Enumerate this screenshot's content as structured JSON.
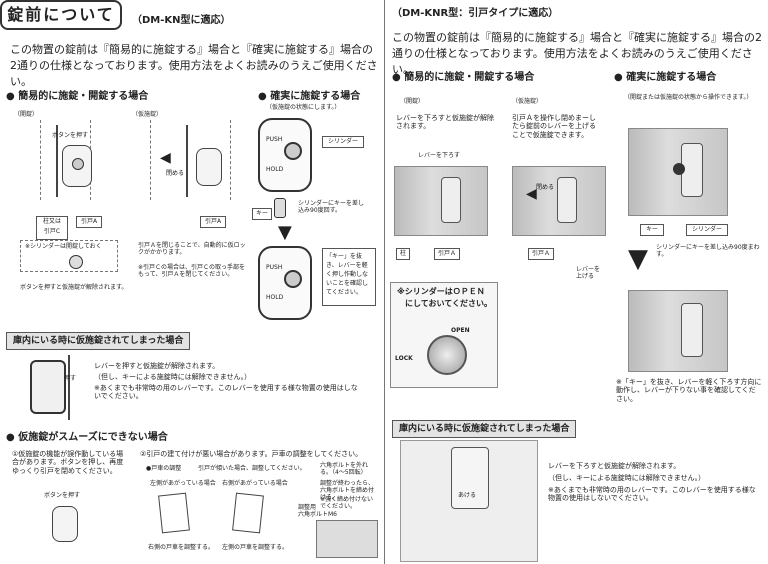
{
  "left": {
    "title": "錠前について",
    "model_tag": "（DM-KN型に適応）",
    "intro": "この物置の錠前は『簡易的に施錠する』場合と『確実に施錠する』場合の2通りの仕様となっております。使用方法をよくお読みのうえご使用ください。",
    "simple_heading": "簡易的に施錠・開錠する場合",
    "unlock_label": "（開錠）",
    "temp_lock_label": "（仮施錠）",
    "push_button": "ボタンを押す",
    "close_label": "閉める",
    "pillar_label": "柱又は\n引戸C",
    "door_a_label": "引戸A",
    "door_a_label2": "引戸A",
    "cylinder_open_note": "※シリンダーは開錠しておく",
    "unlock_note": "ボタンを押すと仮施錠が解除されます。",
    "temp_lock_note1": "引戸Ａを閉じることで、自動的に仮ロックがかかります。",
    "temp_lock_note2": "※引戸Ｃの場合は、引戸Ｃの取っ手部をもって、引戸Ａを閉じてください。",
    "secure_heading": "確実に施錠する場合",
    "secure_sub": "（仮施錠の状態にします。）",
    "cylinder_label": "シリンダー",
    "key_label": "キー",
    "insert_key_note": "シリンダーにキーを差し込み90度回す。",
    "remove_key_note": "「キー」を抜き、レバーを軽く押し作動しないことを確認してください。",
    "push_text": "PUSH",
    "hold_text": "HOLD",
    "inside_heading": "庫内にいる時に仮施錠されてしまった場合",
    "press_label": "押す",
    "inside_note1": "レバーを押すと仮施錠が解除されます。",
    "inside_note2": "（但し、キーによる施錠時には解除できません。）",
    "inside_note3": "※あくまでも非常時の用のレバーです。このレバーを使用する様な物置の使用はしないでください。",
    "smooth_heading": "仮施錠がスムーズにできない場合",
    "smooth1_title": "①仮施錠の機能が誤作動している場合があります。ボタンを押し、再度ゆっくり引戸を閉めてください。",
    "smooth1_button": "ボタンを押す",
    "smooth2_title": "②引戸の建て付けが悪い場合があります。戸車の調整をしてください。",
    "roller_adjust": "●戸車の調整",
    "roller_case1": "引戸が傾いた場合、調整してください。",
    "left_up": "左側があがっている場合",
    "right_up": "右側があがっている場合",
    "adjust_right": "右側の戸車を調整する。",
    "adjust_left": "左側の戸車を調整する。",
    "hex_note": "六角ボルトを外れる。（4〜5回転）",
    "adjust_note": "調整が終わったら、六角ボルトを締め付ける。",
    "tight_note": "※強く締め付けないでください。",
    "adjust_hex": "調整用\n六角ボルトM6"
  },
  "right": {
    "model_tag": "（DM-KNR型：引戸タイプに適応）",
    "intro": "この物置の錠前は『簡易的に施錠する』場合と『確実に施錠する』場合の2通りの仕様となっております。使用方法をよくお読みのうえご使用ください。",
    "simple_heading": "簡易的に施錠・開錠する場合",
    "unlock_label": "（開錠）",
    "temp_lock_label": "（仮施錠）",
    "unlock_desc": "レバーを下ろすと仮施錠が解除されます。",
    "temp_lock_desc": "引戸Ａを操作し閉めまーしたら錠前のレバーを上げることで仮施錠できます。",
    "lever_down": "レバーを下ろす",
    "close_label": "閉める",
    "pillar": "柱",
    "door_a": "引戸Ａ",
    "door_a2": "引戸Ａ",
    "lever_up": "レバーを\n上げる",
    "cylinder_note_line1": "※シリンダーはＯＰＥＮ",
    "cylinder_note_line2": "にしておいてください。",
    "open_text": "OPEN",
    "lock_text": "LOCK",
    "secure_heading": "確実に施錠する場合",
    "secure_sub": "（開錠または仮施錠の状態から操作できます。）",
    "key": "キー",
    "cylinder": "シリンダー",
    "insert_note": "シリンダーにキーを差し込み90度まわす。",
    "remove_note": "※「キー」を抜き、レバーを軽く下ろす方向に動作し、レバーが下りない事を確認してください。",
    "inside_heading": "庫内にいる時に仮施錠されてしまった場合",
    "open_label": "あける",
    "inside_note1": "レバーを下ろすと仮施錠が解除されます。",
    "inside_note2": "（但し、キーによる施錠時には解除できません。）",
    "inside_note3": "※あくまでも非常時の用のレバーです。このレバーを使用する様な物置の使用はしないでください。"
  }
}
